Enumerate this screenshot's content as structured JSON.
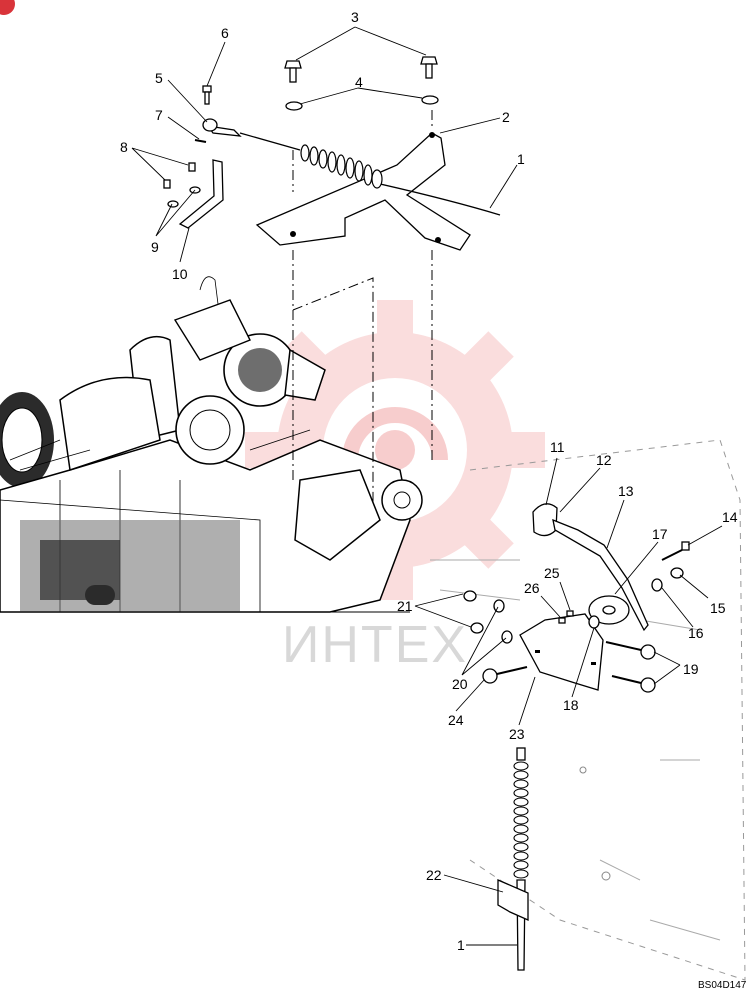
{
  "diagram": {
    "callouts": [
      {
        "id": "c6",
        "label": "6"
      },
      {
        "id": "c3",
        "label": "3"
      },
      {
        "id": "c5",
        "label": "5"
      },
      {
        "id": "c4",
        "label": "4"
      },
      {
        "id": "c7",
        "label": "7"
      },
      {
        "id": "c2",
        "label": "2"
      },
      {
        "id": "c8",
        "label": "8"
      },
      {
        "id": "c1-top",
        "label": "1"
      },
      {
        "id": "c9",
        "label": "9"
      },
      {
        "id": "c10",
        "label": "10"
      },
      {
        "id": "c11",
        "label": "11"
      },
      {
        "id": "c12",
        "label": "12"
      },
      {
        "id": "c13",
        "label": "13"
      },
      {
        "id": "c14",
        "label": "14"
      },
      {
        "id": "c17",
        "label": "17"
      },
      {
        "id": "c25",
        "label": "25"
      },
      {
        "id": "c26",
        "label": "26"
      },
      {
        "id": "c15",
        "label": "15"
      },
      {
        "id": "c21",
        "label": "21"
      },
      {
        "id": "c16",
        "label": "16"
      },
      {
        "id": "c19",
        "label": "19"
      },
      {
        "id": "c20",
        "label": "20"
      },
      {
        "id": "c18",
        "label": "18"
      },
      {
        "id": "c24",
        "label": "24"
      },
      {
        "id": "c23",
        "label": "23"
      },
      {
        "id": "c22",
        "label": "22"
      },
      {
        "id": "c1-bottom",
        "label": "1"
      }
    ],
    "watermark_text": "ИНТЕХ",
    "drawing_code": "BS04D147",
    "watermark_color": "#f2a6a6"
  }
}
